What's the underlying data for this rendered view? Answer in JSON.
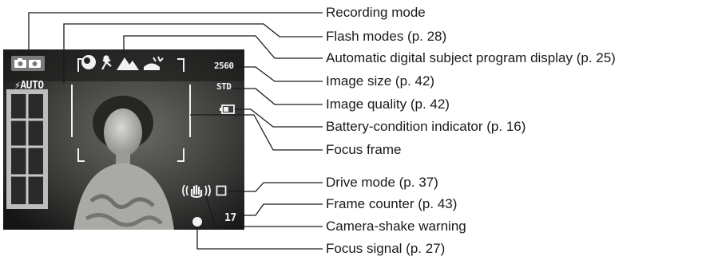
{
  "lcd": {
    "flash_indicator": "⚡AUTO",
    "image_size": "2560",
    "image_quality": "STD",
    "frame_count": "17",
    "shake_warning": "((✋))"
  },
  "callouts": [
    {
      "id": "recording-mode",
      "text": "Recording mode"
    },
    {
      "id": "flash-modes",
      "text": "Flash modes (p. 28)"
    },
    {
      "id": "subject-program",
      "text": "Automatic digital subject program display (p. 25)"
    },
    {
      "id": "image-size",
      "text": "Image size (p. 42)"
    },
    {
      "id": "image-quality",
      "text": "Image quality (p. 42)"
    },
    {
      "id": "battery",
      "text": "Battery-condition indicator (p. 16)"
    },
    {
      "id": "focus-frame",
      "text": "Focus frame"
    },
    {
      "id": "drive-mode",
      "text": "Drive mode (p. 37)"
    },
    {
      "id": "frame-counter",
      "text": "Frame counter (p. 43)"
    },
    {
      "id": "camera-shake",
      "text": "Camera-shake warning"
    },
    {
      "id": "focus-signal",
      "text": "Focus signal (p. 27)"
    }
  ]
}
